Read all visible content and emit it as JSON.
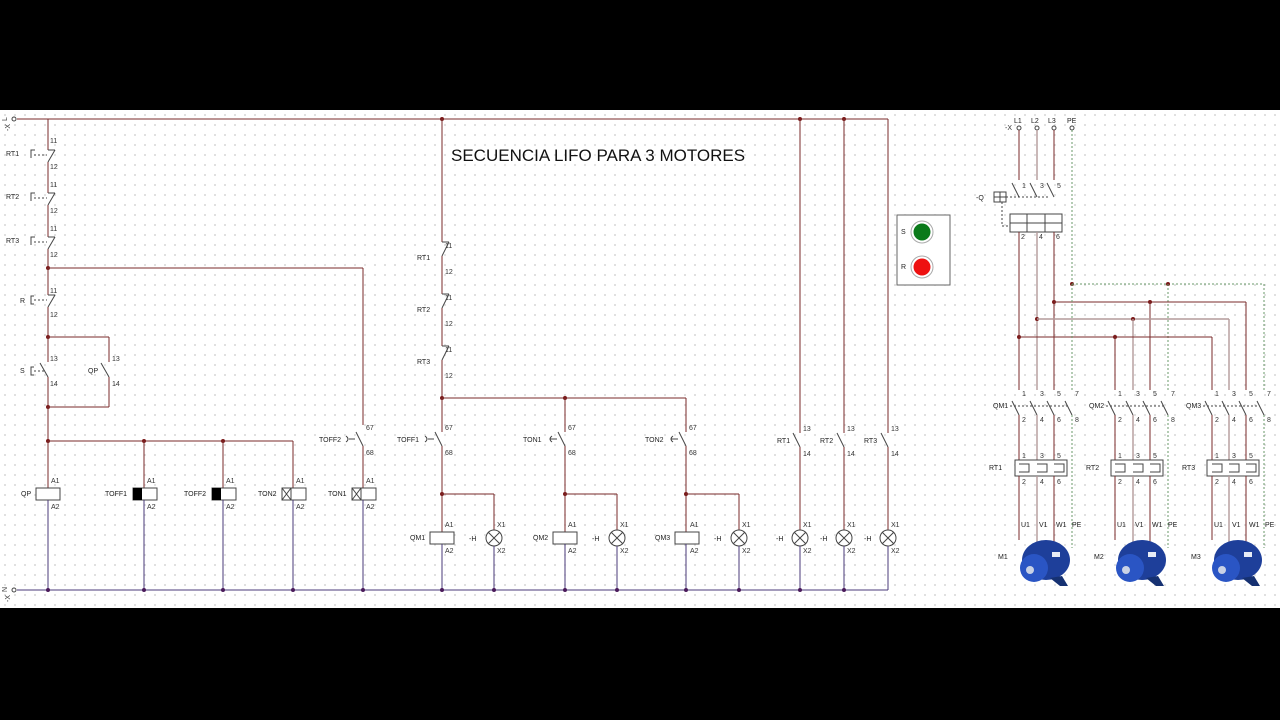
{
  "title": "SECUENCIA LIFO PARA 3  MOTORES",
  "colors": {
    "background": "#ffffff",
    "frame": "#000000",
    "wire_phase": "#7a2a2a",
    "wire_neutral": "#4a3a7a",
    "wire_pe": "#6a9a6a",
    "start_button": "#0a7a1a",
    "stop_button": "#ee1111",
    "motor": "#1e3f9a"
  },
  "rails": {
    "top_label": "L",
    "top_terminal": "-X",
    "bottom_label": "N",
    "bottom_terminal": "-X"
  },
  "control_left": {
    "thermal_contacts": [
      {
        "tag": "RT1",
        "pin_a": "11",
        "pin_b": "12"
      },
      {
        "tag": "RT2",
        "pin_a": "11",
        "pin_b": "12"
      },
      {
        "tag": "RT3",
        "pin_a": "11",
        "pin_b": "12"
      }
    ],
    "stop_button": {
      "tag": "R",
      "pin_a": "11",
      "pin_b": "12"
    },
    "start_button": {
      "tag": "S",
      "pin_a": "13",
      "pin_b": "14"
    },
    "holding_contact": {
      "tag": "QP",
      "pin_a": "13",
      "pin_b": "14"
    },
    "coils": [
      {
        "tag": "QP",
        "a1": "A1",
        "a2": "A2",
        "type": "relay"
      },
      {
        "tag": "TOFF1",
        "a1": "A1",
        "a2": "A2",
        "type": "off-delay"
      },
      {
        "tag": "TOFF2",
        "a1": "A1",
        "a2": "A2",
        "type": "off-delay"
      },
      {
        "tag": "TON2",
        "a1": "A1",
        "a2": "A2",
        "type": "on-delay"
      },
      {
        "tag": "TON1",
        "a1": "A1",
        "a2": "A2",
        "type": "on-delay"
      }
    ],
    "toff2_contact": {
      "tag": "TOFF2",
      "pin_a": "67",
      "pin_b": "68"
    }
  },
  "control_right": {
    "thermal_contacts": [
      {
        "tag": "RT1",
        "pin_a": "11",
        "pin_b": "12"
      },
      {
        "tag": "RT2",
        "pin_a": "11",
        "pin_b": "12"
      },
      {
        "tag": "RT3",
        "pin_a": "11",
        "pin_b": "12"
      }
    ],
    "branches": [
      {
        "contact": "TOFF1",
        "pin_a": "67",
        "pin_b": "68",
        "coil": "QM1",
        "lamp": "-H"
      },
      {
        "contact": "TON1",
        "pin_a": "67",
        "pin_b": "68",
        "coil": "QM2",
        "lamp": "-H"
      },
      {
        "contact": "TON2",
        "pin_a": "67",
        "pin_b": "68",
        "coil": "QM3",
        "lamp": "-H"
      }
    ],
    "fault_lamps": [
      {
        "contact": "RT1",
        "pin_a": "13",
        "pin_b": "14",
        "lamp": "-H"
      },
      {
        "contact": "RT2",
        "pin_a": "13",
        "pin_b": "14",
        "lamp": "-H"
      },
      {
        "contact": "RT3",
        "pin_a": "13",
        "pin_b": "14",
        "lamp": "-H"
      }
    ],
    "coil_pins": {
      "a1": "A1",
      "a2": "A2"
    },
    "lamp_pins": {
      "x1": "X1",
      "x2": "X2"
    }
  },
  "panel": {
    "start_label": "S",
    "stop_label": "R"
  },
  "power": {
    "supply": [
      "L1",
      "L2",
      "L3",
      "PE"
    ],
    "supply_terminal": "-X",
    "breaker": {
      "tag": "-Q",
      "top_pins": [
        "1",
        "3",
        "5"
      ],
      "bottom_pins": [
        "2",
        "4",
        "6"
      ]
    },
    "motors": [
      {
        "contactor": "QM1",
        "relay": "RT1",
        "motor": "M1"
      },
      {
        "contactor": "QM2",
        "relay": "RT2",
        "motor": "M2"
      },
      {
        "contactor": "QM3",
        "relay": "RT3",
        "motor": "M3"
      }
    ],
    "contactor_top_pins": [
      "1",
      "3",
      "5",
      "7"
    ],
    "contactor_bottom_pins": [
      "2",
      "4",
      "6",
      "8"
    ],
    "relay_top_pins": [
      "1",
      "3",
      "5"
    ],
    "relay_bottom_pins": [
      "2",
      "4",
      "6"
    ],
    "motor_terminals": [
      "U1",
      "V1",
      "W1",
      "PE"
    ]
  }
}
